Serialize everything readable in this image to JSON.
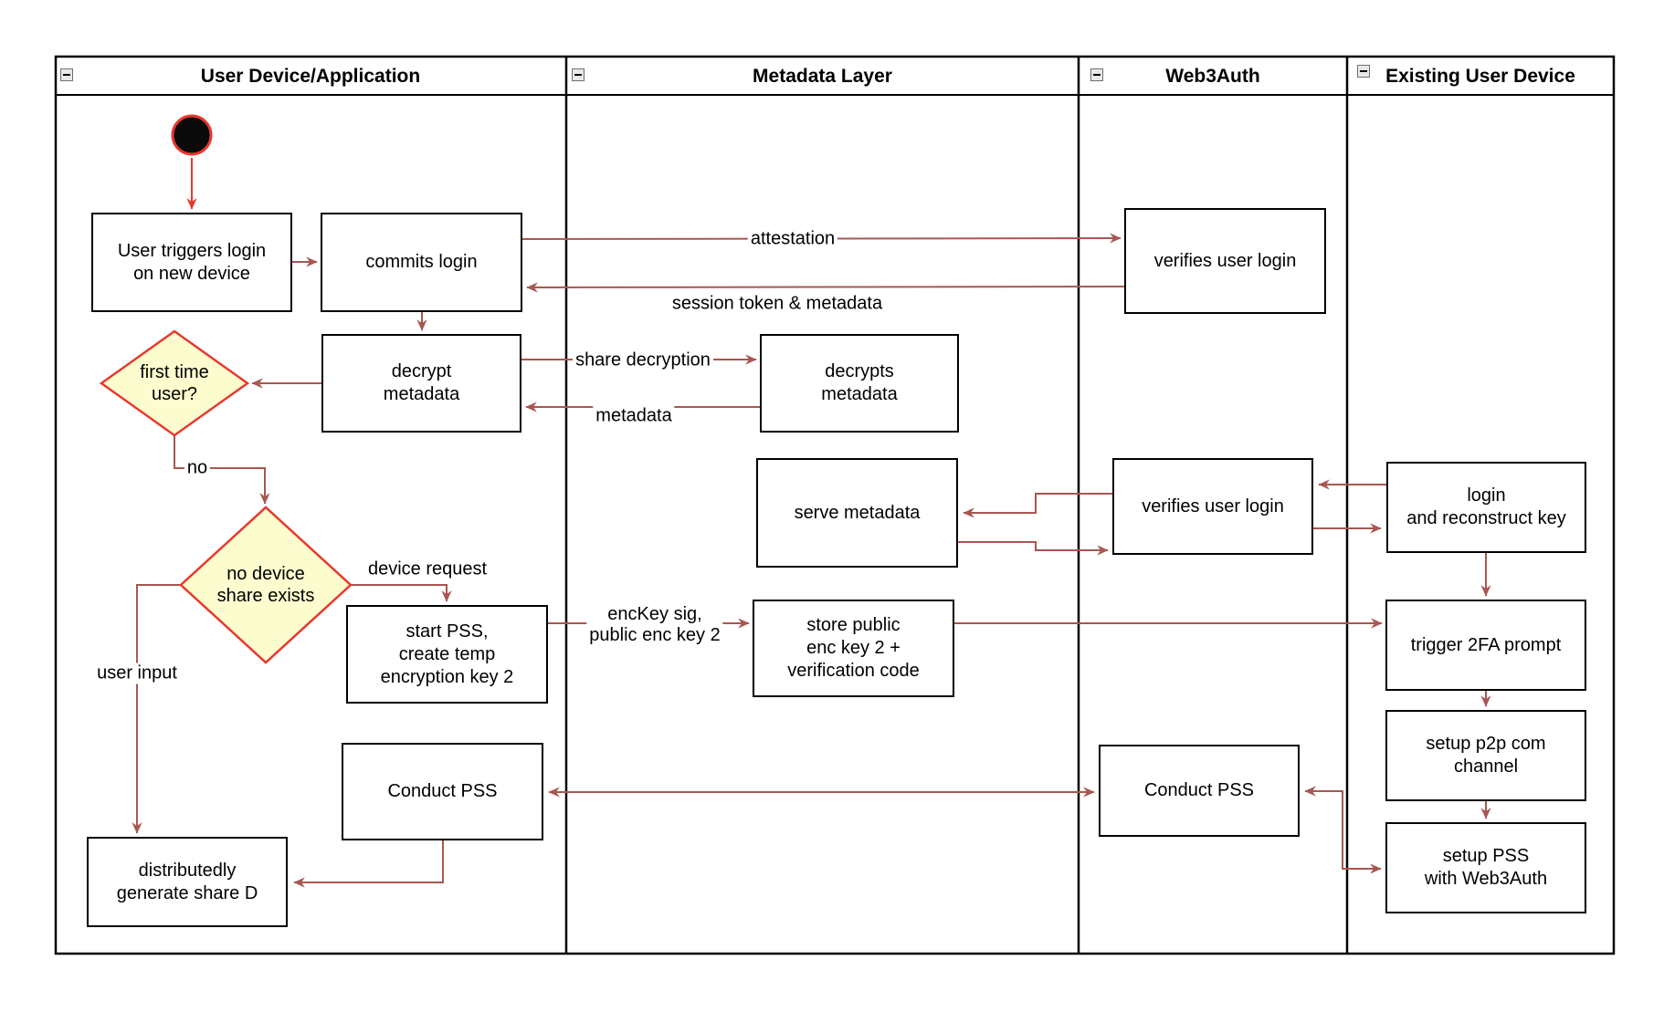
{
  "diagram": {
    "lanes": [
      {
        "title": "User Device/Application"
      },
      {
        "title": "Metadata Layer"
      },
      {
        "title": "Web3Auth"
      },
      {
        "title": "Existing User Device"
      }
    ],
    "nodes": {
      "user_triggers": [
        "User triggers login",
        "on new device"
      ],
      "commits_login": [
        "commits login"
      ],
      "decrypt_metadata": [
        "decrypt",
        "metadata"
      ],
      "first_time_user": [
        "first time",
        "user?"
      ],
      "no_device_share": [
        "no device",
        "share exists"
      ],
      "start_pss": [
        "start PSS,",
        "create temp",
        "encryption key 2"
      ],
      "conduct_pss_user": [
        "Conduct PSS"
      ],
      "generate_share_d": [
        "distributedly",
        "generate share D"
      ],
      "decrypts_metadata": [
        "decrypts",
        "metadata"
      ],
      "serve_metadata": [
        "serve metadata"
      ],
      "store_public": [
        "store public",
        "enc key 2 +",
        "verification code"
      ],
      "verifies_login_top": [
        "verifies user login"
      ],
      "verifies_login_mid": [
        "verifies user login"
      ],
      "conduct_pss_web3": [
        "Conduct PSS"
      ],
      "login_reconstruct": [
        "login",
        "and reconstruct key"
      ],
      "trigger_2fa": [
        "trigger 2FA prompt"
      ],
      "setup_p2p": [
        "setup p2p com",
        "channel"
      ],
      "setup_pss": [
        "setup PSS",
        "with Web3Auth"
      ]
    },
    "edge_labels": {
      "attestation": "attestation",
      "session_token": "session token & metadata",
      "share_decryption": "share decryption",
      "metadata": "metadata",
      "no": "no",
      "device_request": "device request",
      "enckey": [
        "encKey sig,",
        "public enc key 2"
      ],
      "user_input": "user input"
    },
    "icons": {
      "lane_collapse": "minus-square"
    },
    "colors": {
      "arrow": "#A85750",
      "accent": "#E8392D",
      "diamond_fill": "#FDFCCE",
      "node_border": "#000000"
    }
  }
}
